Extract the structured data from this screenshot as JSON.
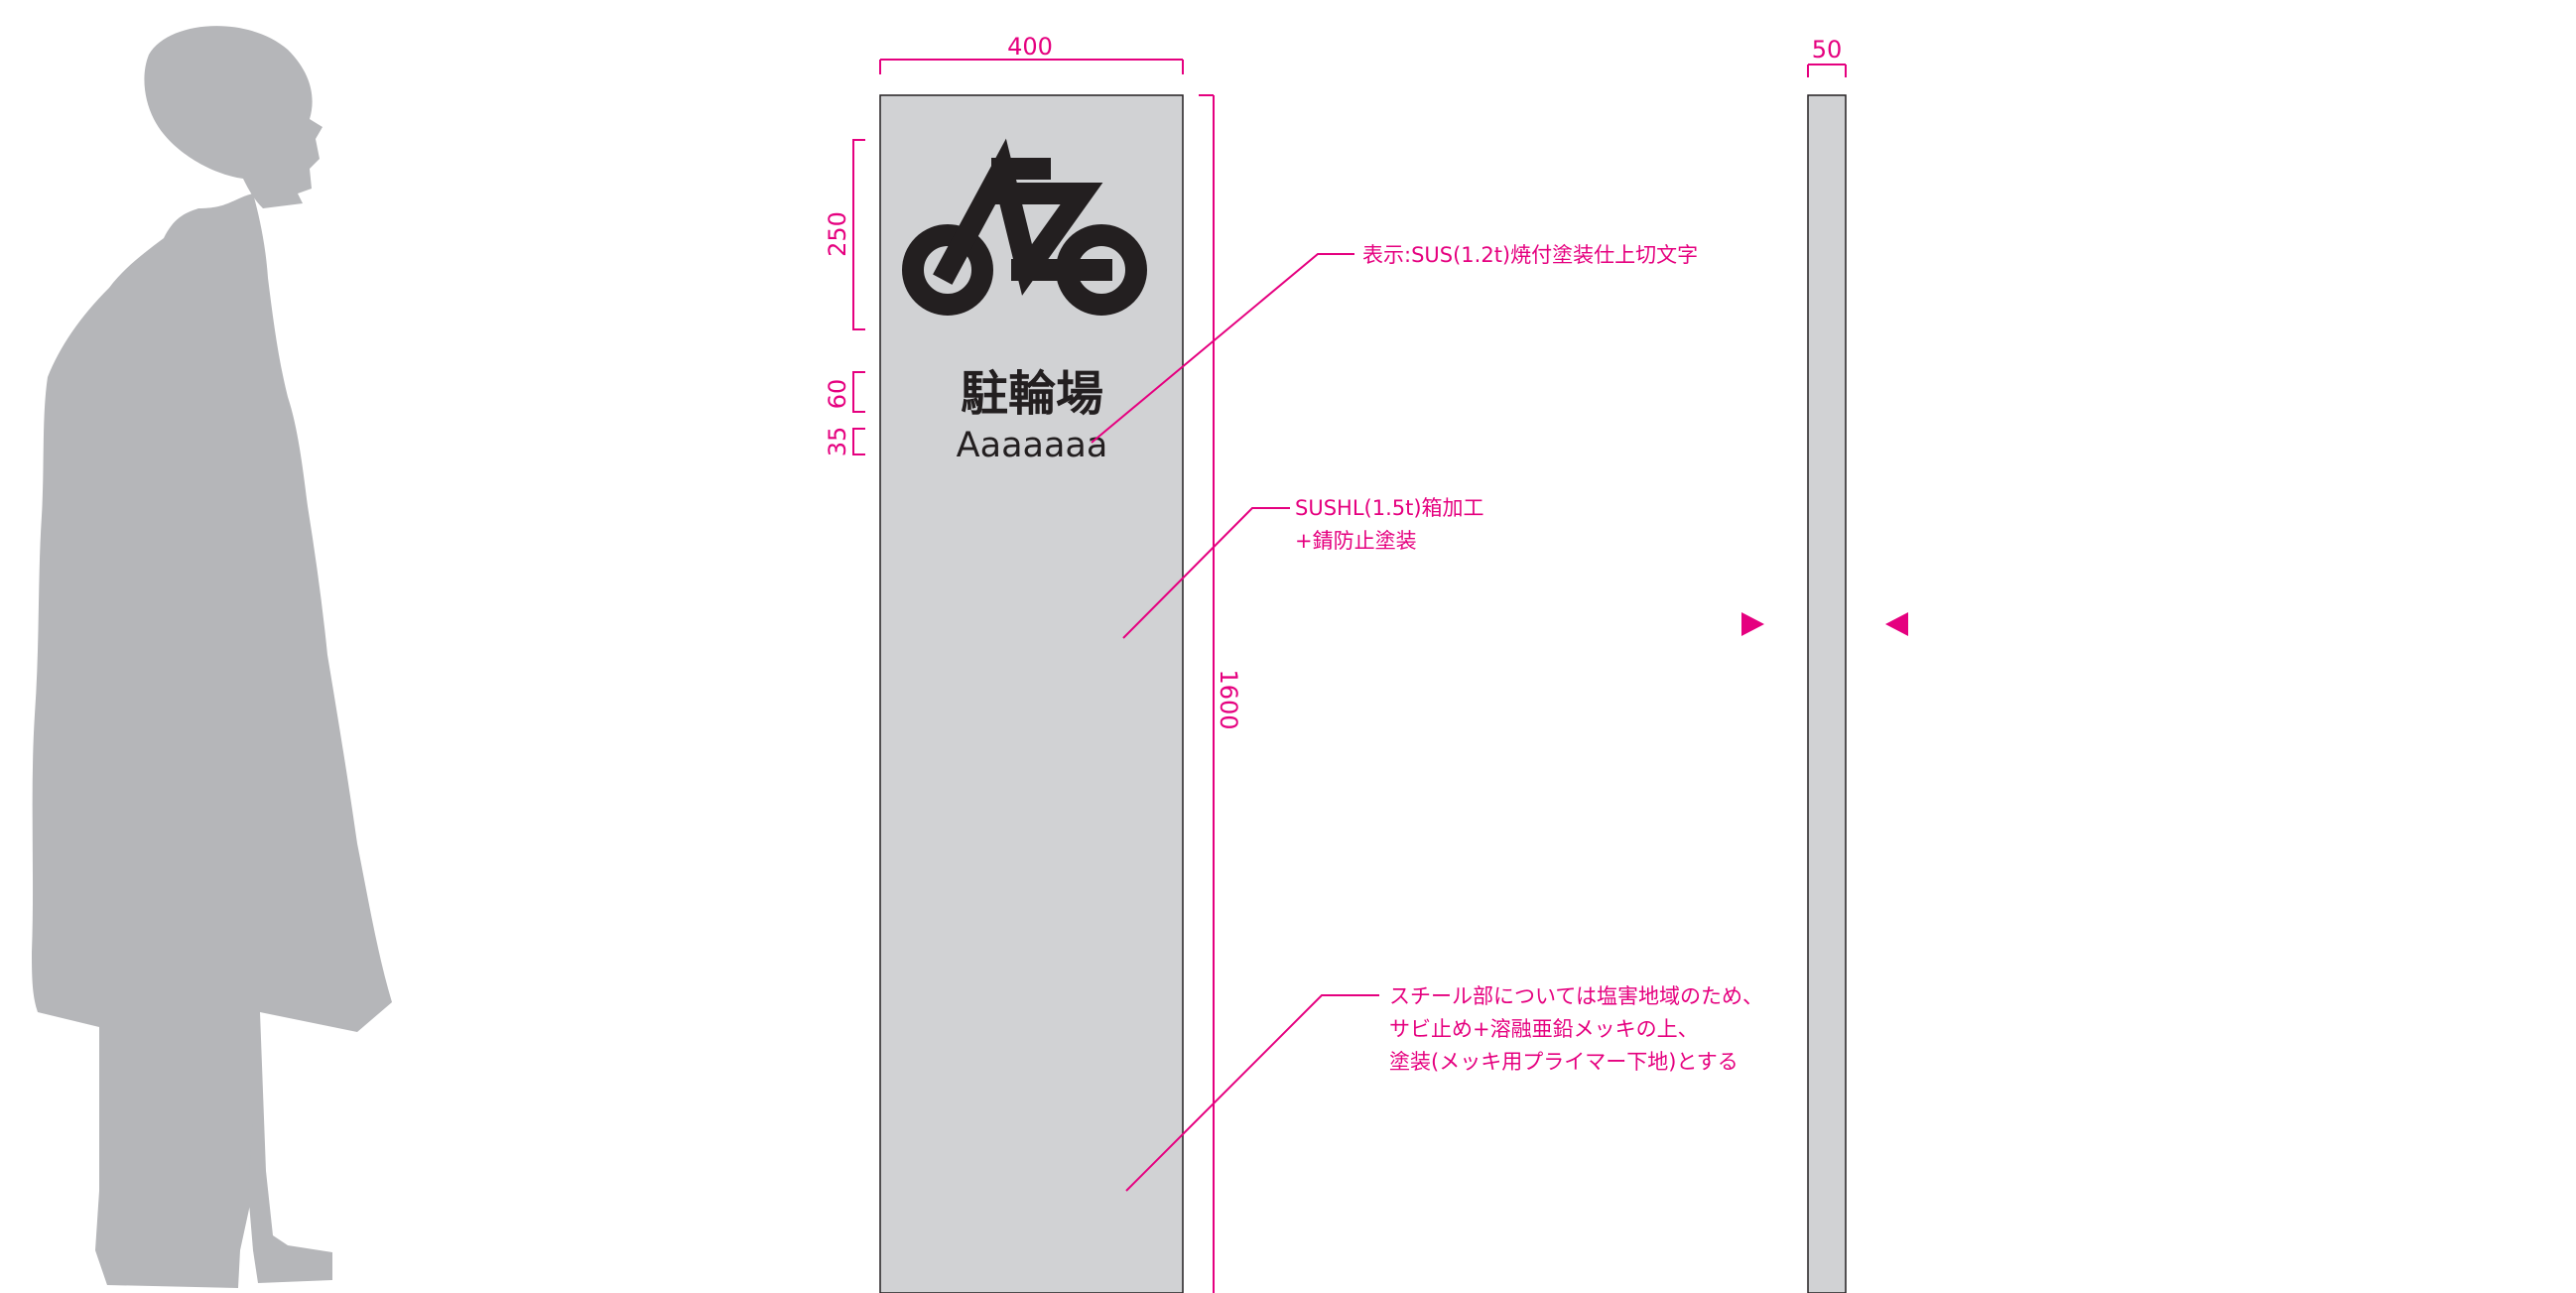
{
  "colors": {
    "accent": "#e5007f",
    "panel": "#d1d2d4",
    "silhouette": "#b5b6b9",
    "ink": "#231f20"
  },
  "sign": {
    "icon": "bicycle-icon",
    "title_jp": "駐輪場",
    "subtitle": "Aaaaaaa"
  },
  "dimensions": {
    "width": "400",
    "depth": "50",
    "height": "1600",
    "icon_height": "250",
    "title_height": "60",
    "subtitle_height": "35"
  },
  "notes": {
    "display": "表示:SUS(1.2t)焼付塗装仕上切文字",
    "box_line1": "SUSHL(1.5t)箱加工",
    "box_line2": "+錆防止塗装",
    "steel_line1": "スチール部については塩害地域のため、",
    "steel_line2": "サビ止め+溶融亜鉛メッキの上、",
    "steel_line3": "塗装(メッキ用プライマー下地)とする"
  }
}
